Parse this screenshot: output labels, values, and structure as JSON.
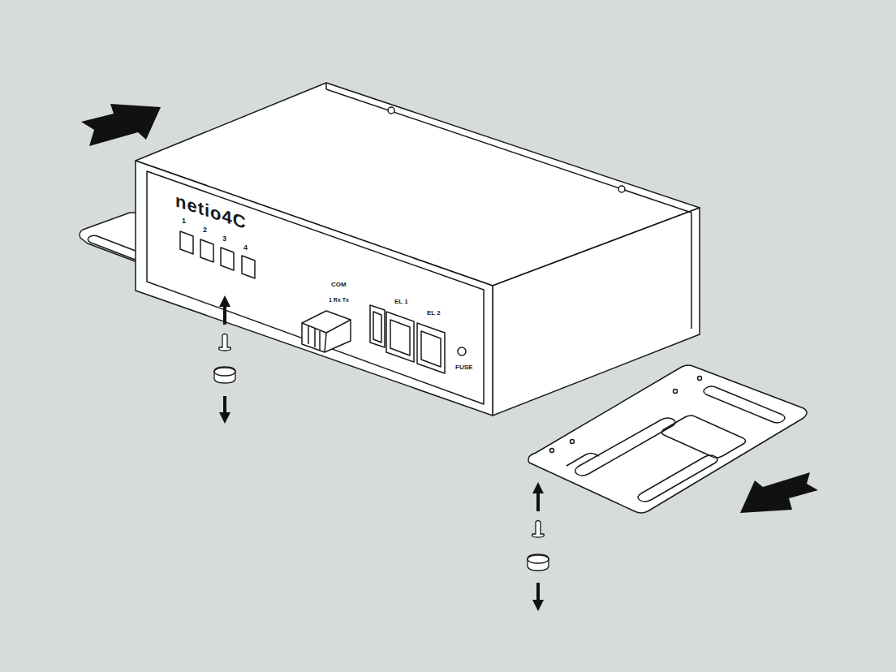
{
  "diagram": {
    "labels": [
      "netio4C",
      "1",
      "2",
      "3",
      "4",
      "COM",
      "1 Rx Tx",
      "EL 1",
      "EL 2",
      "FUSE"
    ]
  }
}
